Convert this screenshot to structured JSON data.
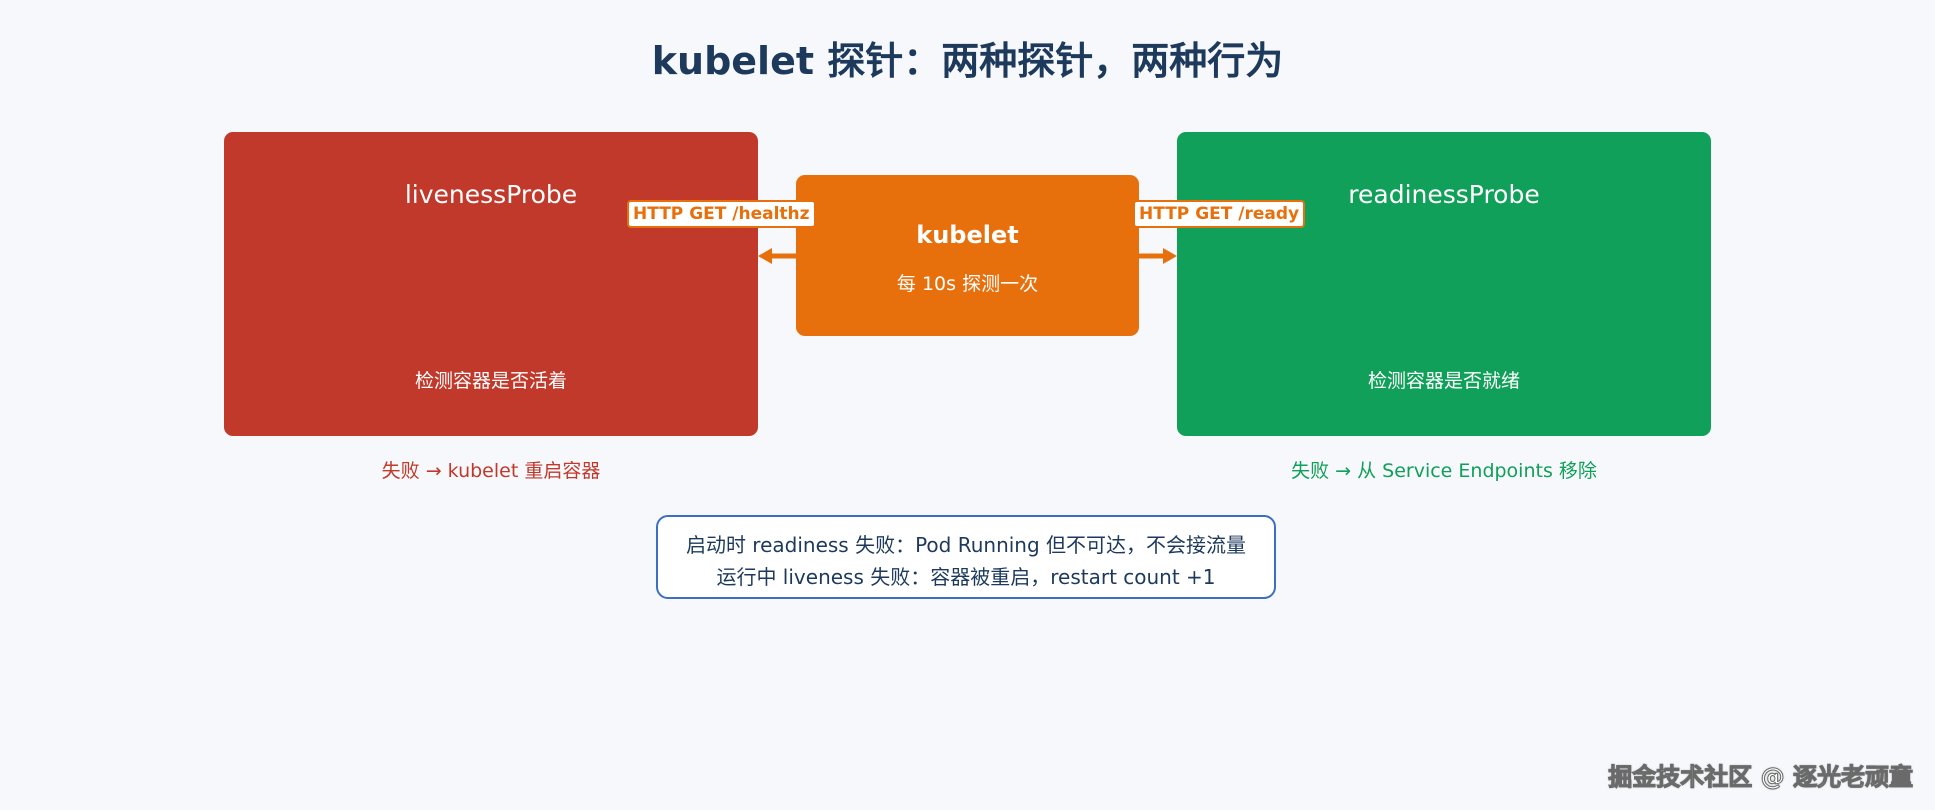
{
  "title": "kubelet 探针：两种探针，两种行为",
  "liveness": {
    "name": "livenessProbe",
    "description": "检测容器是否活着",
    "endpoint": "HTTP GET /healthz",
    "outcome": "失败 → kubelet 重启容器",
    "color": "#c0392b"
  },
  "readiness": {
    "name": "readinessProbe",
    "description": "检测容器是否就绪",
    "endpoint": "HTTP GET /ready",
    "outcome": "失败 → 从 Service Endpoints 移除",
    "color": "#11a059"
  },
  "kubelet": {
    "name": "kubelet",
    "interval": "每 10s 探测一次",
    "color": "#e8700c"
  },
  "note": {
    "line1": "启动时 readiness 失败：Pod Running 但不可达，不会接流量",
    "line2": "运行中 liveness 失败：容器被重启，restart count +1",
    "color": "#3c6fc4"
  },
  "watermark": "掘金技术社区 @ 逐光老顽童"
}
